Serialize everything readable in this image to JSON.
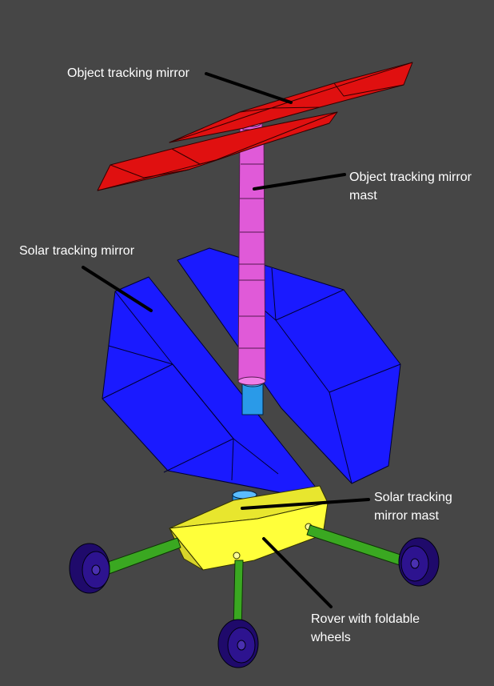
{
  "labels": {
    "object_mirror": "Object tracking mirror",
    "object_mast_line1": "Object tracking mirror",
    "object_mast_line2": "mast",
    "solar_mirror": "Solar tracking mirror",
    "solar_mast_line1": "Solar tracking",
    "solar_mast_line2": "mirror mast",
    "rover_line1": "Rover with foldable",
    "rover_line2": "wheels"
  },
  "colors": {
    "background": "#464646",
    "object_mirror": "#e01010",
    "object_mast": "#e05ad8",
    "solar_mirror": "#1a1aff",
    "solar_mast": "#2a9ae8",
    "rover_body": "#ffff33",
    "wheel_arms": "#3aa821",
    "wheels": "#1f0a6b",
    "leader_lines": "#000000",
    "label_text": "#ffffff"
  }
}
